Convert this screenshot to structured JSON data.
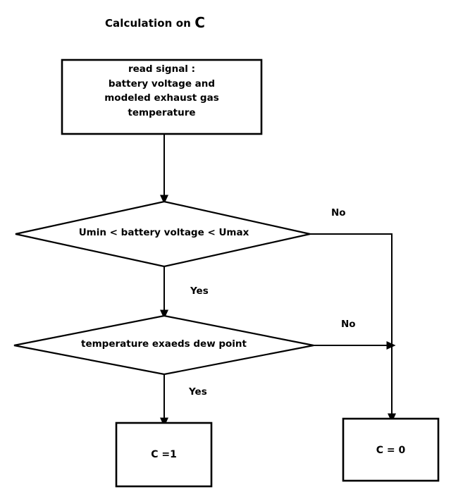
{
  "diagram": {
    "title_prefix": "Calculation on ",
    "title_symbol": "C",
    "title_full": "Calculation on C",
    "type": "flowchart",
    "background_color": "#ffffff",
    "stroke_color": "#000000"
  },
  "nodes": {
    "read_signal": {
      "shape": "process",
      "text": "read signal :\nbattery voltage and\nmodeled exhaust gas\ntemperature",
      "lines": [
        "read signal :",
        "battery voltage and",
        "modeled exhaust gas",
        "temperature"
      ]
    },
    "decision_voltage": {
      "shape": "decision",
      "text": "Umin < battery voltage < Umax"
    },
    "decision_temperature": {
      "shape": "decision",
      "text": "temperature exaeds dew point"
    },
    "result_c1": {
      "shape": "process",
      "text": "C =1"
    },
    "result_c0": {
      "shape": "process",
      "text": "C = 0"
    }
  },
  "edge_labels": {
    "voltage_no": "No",
    "voltage_yes": "Yes",
    "temperature_no": "No",
    "temperature_yes": "Yes"
  }
}
